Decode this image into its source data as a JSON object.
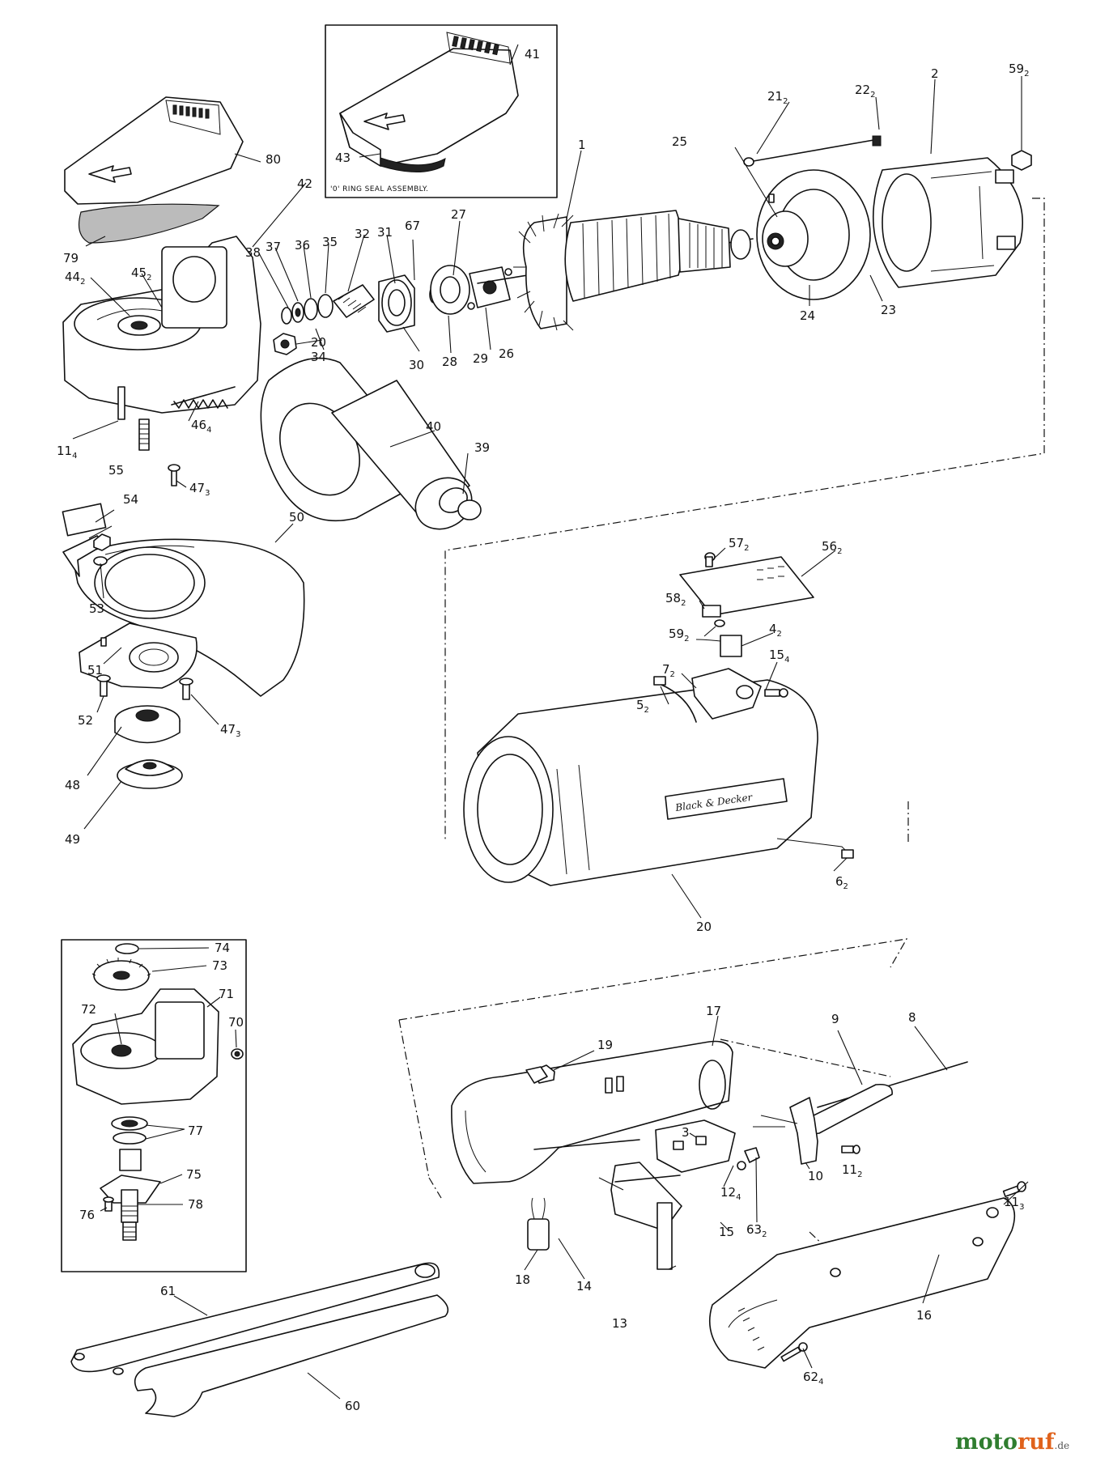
{
  "watermark": {
    "part1": "moto",
    "part2": "ruf",
    "suffix": ".de",
    "colors": {
      "primary": "#2f7d2f",
      "secondary": "#e0621c"
    }
  },
  "inset": {
    "caption": "'0' RING SEAL ASSEMBLY."
  },
  "tool_branding": "Black & Decker",
  "labels": {
    "p1": {
      "main": "1",
      "sub": ""
    },
    "p2": {
      "main": "2",
      "sub": ""
    },
    "p3": {
      "main": "3",
      "sub": ""
    },
    "p4": {
      "main": "4",
      "sub": "2"
    },
    "p5": {
      "main": "5",
      "sub": "2"
    },
    "p6": {
      "main": "6",
      "sub": "2"
    },
    "p7": {
      "main": "7",
      "sub": "2"
    },
    "p8": {
      "main": "8",
      "sub": ""
    },
    "p9": {
      "main": "9",
      "sub": ""
    },
    "p10": {
      "main": "10",
      "sub": ""
    },
    "p11a": {
      "main": "11",
      "sub": "4"
    },
    "p11b": {
      "main": "11",
      "sub": "2"
    },
    "p11c": {
      "main": "11",
      "sub": "3"
    },
    "p12": {
      "main": "12",
      "sub": "4"
    },
    "p13": {
      "main": "13",
      "sub": ""
    },
    "p14": {
      "main": "14",
      "sub": ""
    },
    "p15a": {
      "main": "15",
      "sub": "4"
    },
    "p15b": {
      "main": "15",
      "sub": ""
    },
    "p16": {
      "main": "16",
      "sub": ""
    },
    "p17": {
      "main": "17",
      "sub": ""
    },
    "p18": {
      "main": "18",
      "sub": ""
    },
    "p19": {
      "main": "19",
      "sub": ""
    },
    "p20a": {
      "main": "20",
      "sub": ""
    },
    "p20b": {
      "main": "20",
      "sub": ""
    },
    "p21": {
      "main": "21",
      "sub": "2"
    },
    "p22": {
      "main": "22",
      "sub": "2"
    },
    "p23": {
      "main": "23",
      "sub": ""
    },
    "p24": {
      "main": "24",
      "sub": ""
    },
    "p25": {
      "main": "25",
      "sub": ""
    },
    "p26": {
      "main": "26",
      "sub": ""
    },
    "p27": {
      "main": "27",
      "sub": ""
    },
    "p28": {
      "main": "28",
      "sub": ""
    },
    "p29": {
      "main": "29",
      "sub": ""
    },
    "p30": {
      "main": "30",
      "sub": ""
    },
    "p31": {
      "main": "31",
      "sub": ""
    },
    "p32": {
      "main": "32",
      "sub": ""
    },
    "p34": {
      "main": "34",
      "sub": ""
    },
    "p35": {
      "main": "35",
      "sub": ""
    },
    "p36": {
      "main": "36",
      "sub": ""
    },
    "p37": {
      "main": "37",
      "sub": ""
    },
    "p38": {
      "main": "38",
      "sub": ""
    },
    "p39": {
      "main": "39",
      "sub": ""
    },
    "p40": {
      "main": "40",
      "sub": ""
    },
    "p41": {
      "main": "41",
      "sub": ""
    },
    "p42": {
      "main": "42",
      "sub": ""
    },
    "p43": {
      "main": "43",
      "sub": ""
    },
    "p44": {
      "main": "44",
      "sub": "2"
    },
    "p45": {
      "main": "45",
      "sub": "2"
    },
    "p46": {
      "main": "46",
      "sub": "4"
    },
    "p47a": {
      "main": "47",
      "sub": "3"
    },
    "p47b": {
      "main": "47",
      "sub": "3"
    },
    "p48": {
      "main": "48",
      "sub": ""
    },
    "p49": {
      "main": "49",
      "sub": ""
    },
    "p50": {
      "main": "50",
      "sub": ""
    },
    "p51": {
      "main": "51",
      "sub": ""
    },
    "p52": {
      "main": "52",
      "sub": ""
    },
    "p53": {
      "main": "53",
      "sub": ""
    },
    "p54": {
      "main": "54",
      "sub": ""
    },
    "p55": {
      "main": "55",
      "sub": ""
    },
    "p56": {
      "main": "56",
      "sub": "2"
    },
    "p57": {
      "main": "57",
      "sub": "2"
    },
    "p58": {
      "main": "58",
      "sub": "2"
    },
    "p59a": {
      "main": "59",
      "sub": "2"
    },
    "p59b": {
      "main": "59",
      "sub": "2"
    },
    "p60": {
      "main": "60",
      "sub": ""
    },
    "p61": {
      "main": "61",
      "sub": ""
    },
    "p62": {
      "main": "62",
      "sub": "4"
    },
    "p63": {
      "main": "63",
      "sub": "2"
    },
    "p67": {
      "main": "67",
      "sub": ""
    },
    "p70": {
      "main": "70",
      "sub": ""
    },
    "p71": {
      "main": "71",
      "sub": ""
    },
    "p72": {
      "main": "72",
      "sub": ""
    },
    "p73": {
      "main": "73",
      "sub": ""
    },
    "p74": {
      "main": "74",
      "sub": ""
    },
    "p75": {
      "main": "75",
      "sub": ""
    },
    "p76": {
      "main": "76",
      "sub": ""
    },
    "p77": {
      "main": "77",
      "sub": ""
    },
    "p78": {
      "main": "78",
      "sub": ""
    },
    "p79": {
      "main": "79",
      "sub": ""
    },
    "p80": {
      "main": "80",
      "sub": ""
    }
  }
}
